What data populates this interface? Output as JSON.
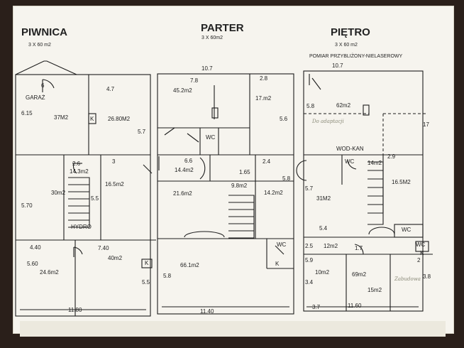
{
  "headers": {
    "basement": {
      "title": "PIWNICA",
      "area": "3 X 60 m2"
    },
    "ground": {
      "title": "PARTER",
      "area": "3 X 60m2"
    },
    "upper": {
      "title": "PIĘTRO",
      "area": "3 X 60 m2",
      "note": "POMIAR PRZYBLIŻONY-NIELASEROWY"
    }
  },
  "basement": {
    "dim_top_a": "6",
    "garage": "GARAŻ",
    "dim_615": "6.15",
    "area_garage": "37M2",
    "dim_47": "4.7",
    "k1": "K",
    "area_2680": "26.80M2",
    "dim_57": "5.7",
    "dim_26": "2.6",
    "dim_3": "3",
    "area_143": "14.3m2",
    "area_30": "30m2",
    "area_165": "16.5m2",
    "dim_570": "5.70",
    "dim_55": "5.5",
    "hydro": "HYDRO",
    "dim_440": "4.40",
    "dim_740": "7.40",
    "area_40": "40m2",
    "dim_560": "5.60",
    "area_246": "24.6m2",
    "k2": "K",
    "dim_55b": "5.5",
    "dim_1180": "11.80"
  },
  "ground": {
    "dim_107": "10.7",
    "dim_78": "7.8",
    "dim_28": "2.8",
    "area_452": "45.2m2",
    "area_17": "17.m2",
    "dim_56": "5.6",
    "wc1": "WC",
    "dim_66": "6.6",
    "area_144": "14.4m2",
    "dim_165": "1.65",
    "dim_24": "2.4",
    "dim_58": "5.8",
    "area_216": "21.6m2",
    "area_98": "9.8m2",
    "area_142": "14.2m2",
    "wc2": "WC",
    "k": "K",
    "area_661": "66.1m2",
    "dim_58b": "5.8",
    "dim_1140": "11.40"
  },
  "upper": {
    "dim_107": "10.7",
    "dim_58": "5.8",
    "area_62": "62m2",
    "handwritten": "Do adaptacji",
    "dim_17": "17",
    "wodkan": "WOD-KAN",
    "wc1": "WC",
    "area_14": "14m2",
    "dim_29": "2.9",
    "area_165": "16.5M2",
    "dim_57": "5.7",
    "area_31": "31M2",
    "dim_54": "5.4",
    "wc2": "WC",
    "dim_25": "2.5",
    "area_12": "12m2",
    "dim_17b": "1.7",
    "wc3": "WC",
    "k": "K",
    "dim_2": "2",
    "dim_59": "5.9",
    "area_10": "10m2",
    "area_69": "69m2",
    "area_15": "15m2",
    "dim_34": "3.4",
    "dim_37": "3.7",
    "dim_1160": "11.60",
    "dim_38": "3.8",
    "handwritten2": "Zabudowa"
  }
}
